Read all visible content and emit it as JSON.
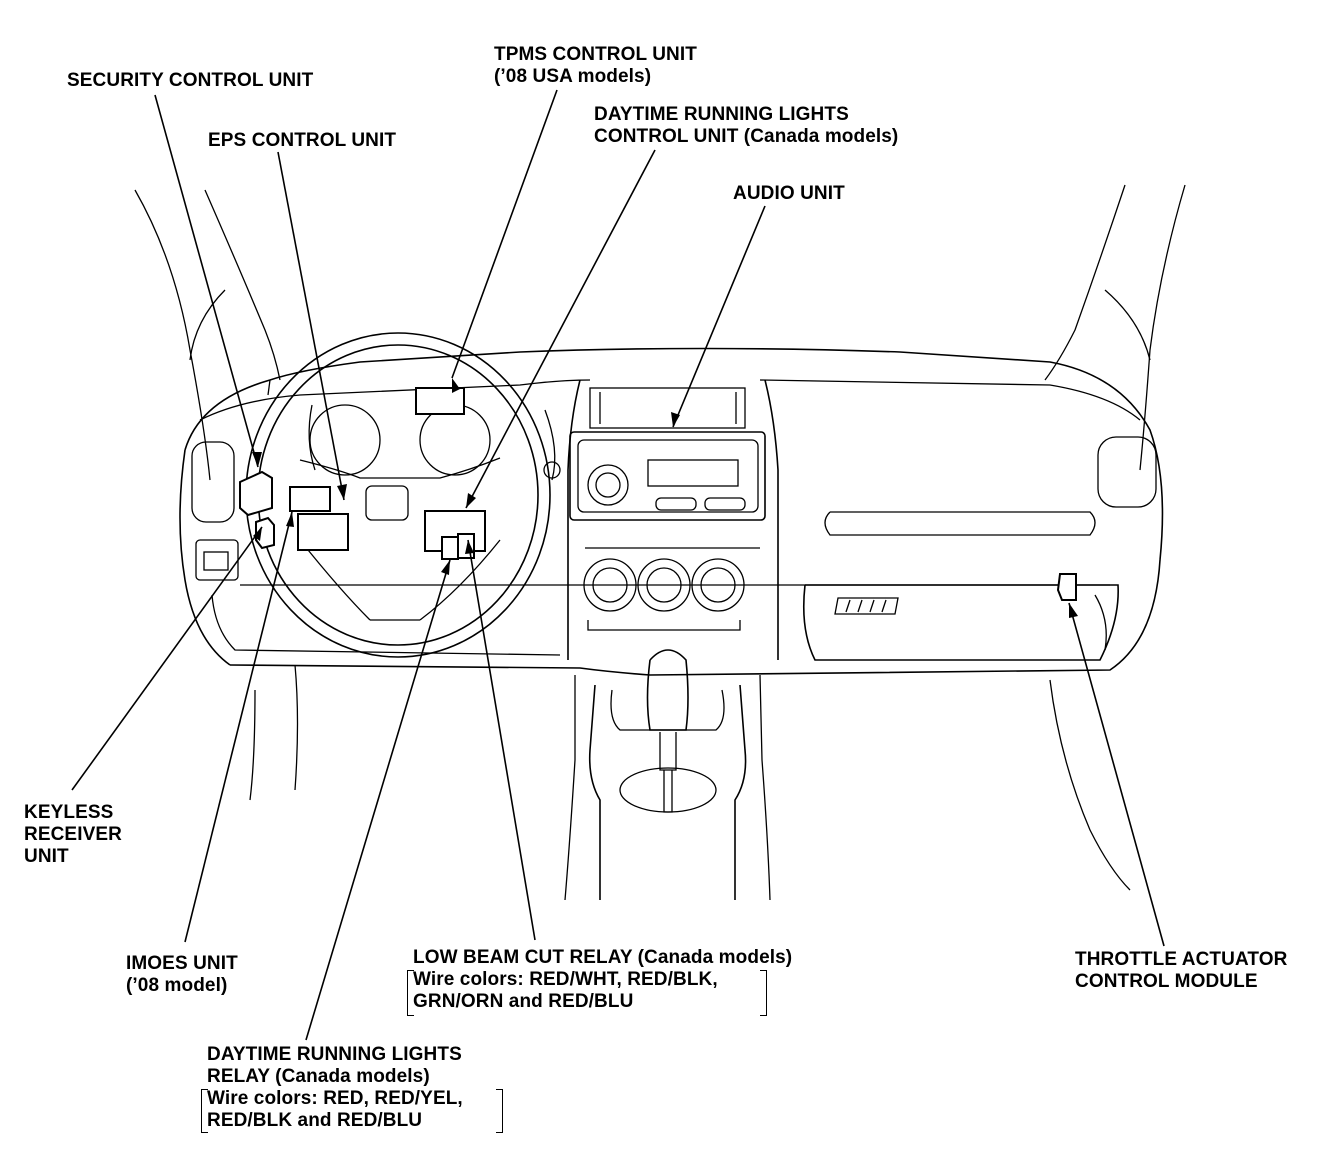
{
  "labels": {
    "security": {
      "line1": "SECURITY CONTROL UNIT"
    },
    "eps": {
      "line1": "EPS CONTROL UNIT"
    },
    "tpms": {
      "line1": "TPMS CONTROL UNIT",
      "line2": "(’08 USA models)"
    },
    "drl_control": {
      "line1": "DAYTIME RUNNING LIGHTS",
      "line2": "CONTROL UNIT (Canada models)"
    },
    "audio": {
      "line1": "AUDIO UNIT"
    },
    "keyless": {
      "line1": "KEYLESS",
      "line2": "RECEIVER",
      "line3": "UNIT"
    },
    "imoes": {
      "line1": "IMOES UNIT",
      "line2": "(’08 model)"
    },
    "low_beam": {
      "line1": "LOW BEAM CUT RELAY (Canada models)",
      "line2": "Wire colors: RED/WHT, RED/BLK,",
      "line3": "GRN/ORN and RED/BLU"
    },
    "drl_relay": {
      "line1": "DAYTIME RUNNING LIGHTS",
      "line2": "RELAY (Canada models)",
      "line3": "Wire colors: RED, RED/YEL,",
      "line4": "RED/BLK and RED/BLU"
    },
    "throttle": {
      "line1": "THROTTLE ACTUATOR",
      "line2": "CONTROL MODULE"
    }
  }
}
